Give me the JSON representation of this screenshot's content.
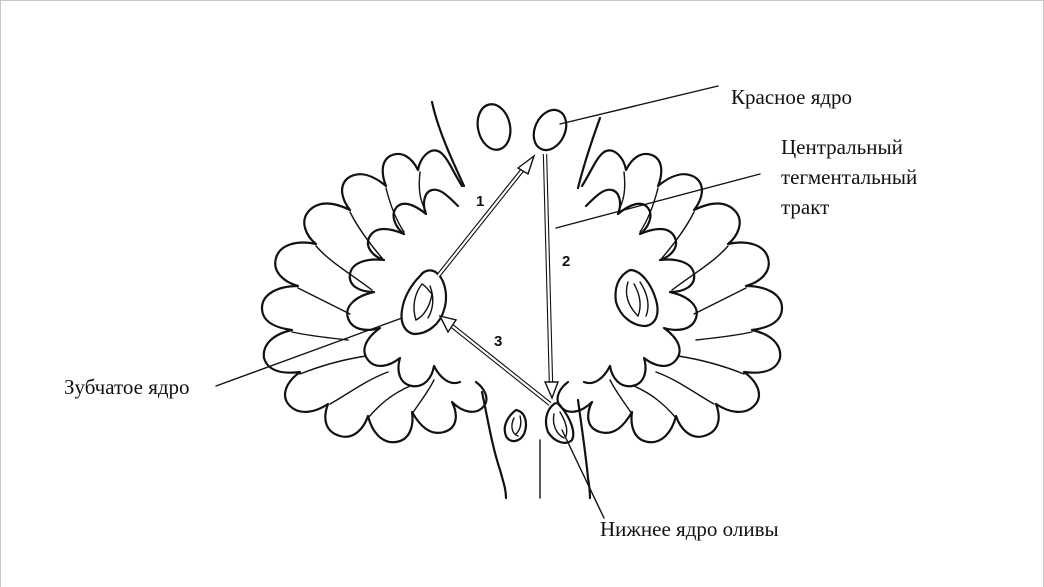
{
  "labels": {
    "red_nucleus": "Красное ядро",
    "central_tegmental_tract_line1": "Центральный",
    "central_tegmental_tract_line2": "тегментальный",
    "central_tegmental_tract_line3": "тракт",
    "dentate_nucleus": "Зубчатое ядро",
    "inferior_olive": "Нижнее ядро оливы"
  },
  "pathway_numbers": {
    "one": "1",
    "two": "2",
    "three": "3"
  }
}
